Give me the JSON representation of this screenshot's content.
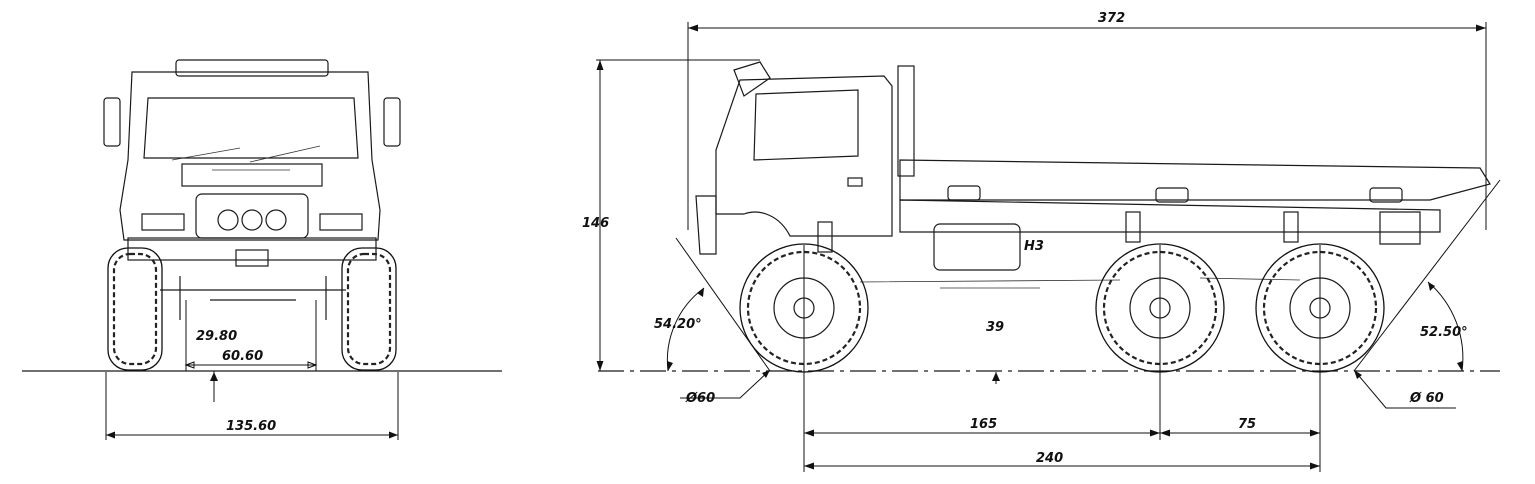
{
  "front_view": {
    "track_inner": "29.80",
    "track_mid": "60.60",
    "overall_width": "135.60"
  },
  "side_view": {
    "overall_length": "372",
    "overall_height": "146",
    "approach_angle": "54.20°",
    "departure_angle": "52.50°",
    "ground_clearance": "39",
    "front_wheel_diameter": "Ø60",
    "rear_wheel_diameter": "Ø 60",
    "wheelbase_front_mid": "165",
    "wheelbase_mid_rear": "75",
    "wheelbase_total": "240"
  }
}
